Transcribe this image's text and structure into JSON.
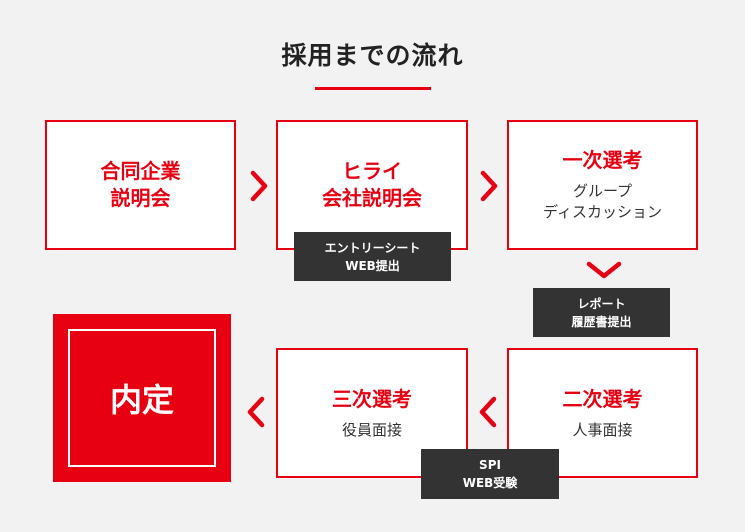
{
  "page": {
    "title": "採用までの流れ"
  },
  "steps": [
    {
      "main": [
        "合同企業",
        "説明会"
      ],
      "sub": []
    },
    {
      "main": [
        "ヒライ",
        "会社説明会"
      ],
      "sub": []
    },
    {
      "main": [
        "一次選考"
      ],
      "sub": [
        "グループ",
        "ディスカッション"
      ]
    },
    {
      "main": [
        "二次選考"
      ],
      "sub": [
        "人事面接"
      ]
    },
    {
      "main": [
        "三次選考"
      ],
      "sub": [
        "役員面接"
      ]
    },
    {
      "main": [
        "内定"
      ],
      "sub": []
    }
  ],
  "tags": [
    {
      "lines": [
        "エントリーシート",
        "WEB提出"
      ]
    },
    {
      "lines": [
        "レポート",
        "履歴書提出"
      ]
    },
    {
      "lines": [
        "SPI",
        "WEB受験"
      ]
    }
  ],
  "colors": {
    "accent": "#e60012",
    "tag_bg": "#333333",
    "background": "#f2f2f2"
  },
  "icons": [
    "chevron-right-icon",
    "chevron-down-icon",
    "chevron-left-icon"
  ]
}
